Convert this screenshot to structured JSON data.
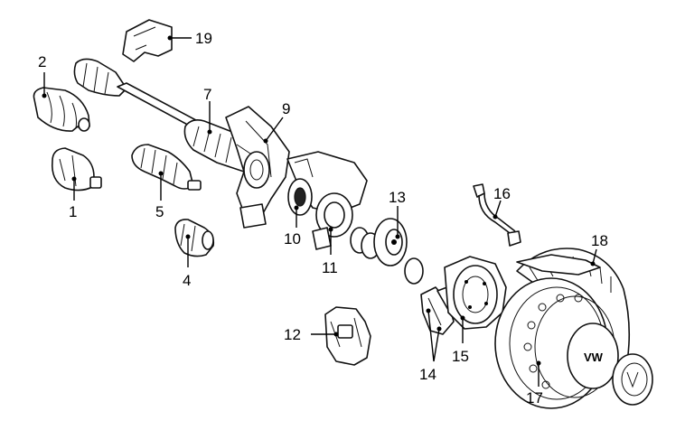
{
  "callouts": {
    "n1": "1",
    "n2": "2",
    "n4": "4",
    "n5": "5",
    "n7": "7",
    "n9": "9",
    "n10": "10",
    "n11": "11",
    "n12": "12",
    "n13": "13",
    "n14": "14",
    "n15": "15",
    "n16": "16",
    "n17": "17",
    "n18": "18",
    "n19": "19"
  },
  "wheel_cap": {
    "logo": "VW"
  }
}
